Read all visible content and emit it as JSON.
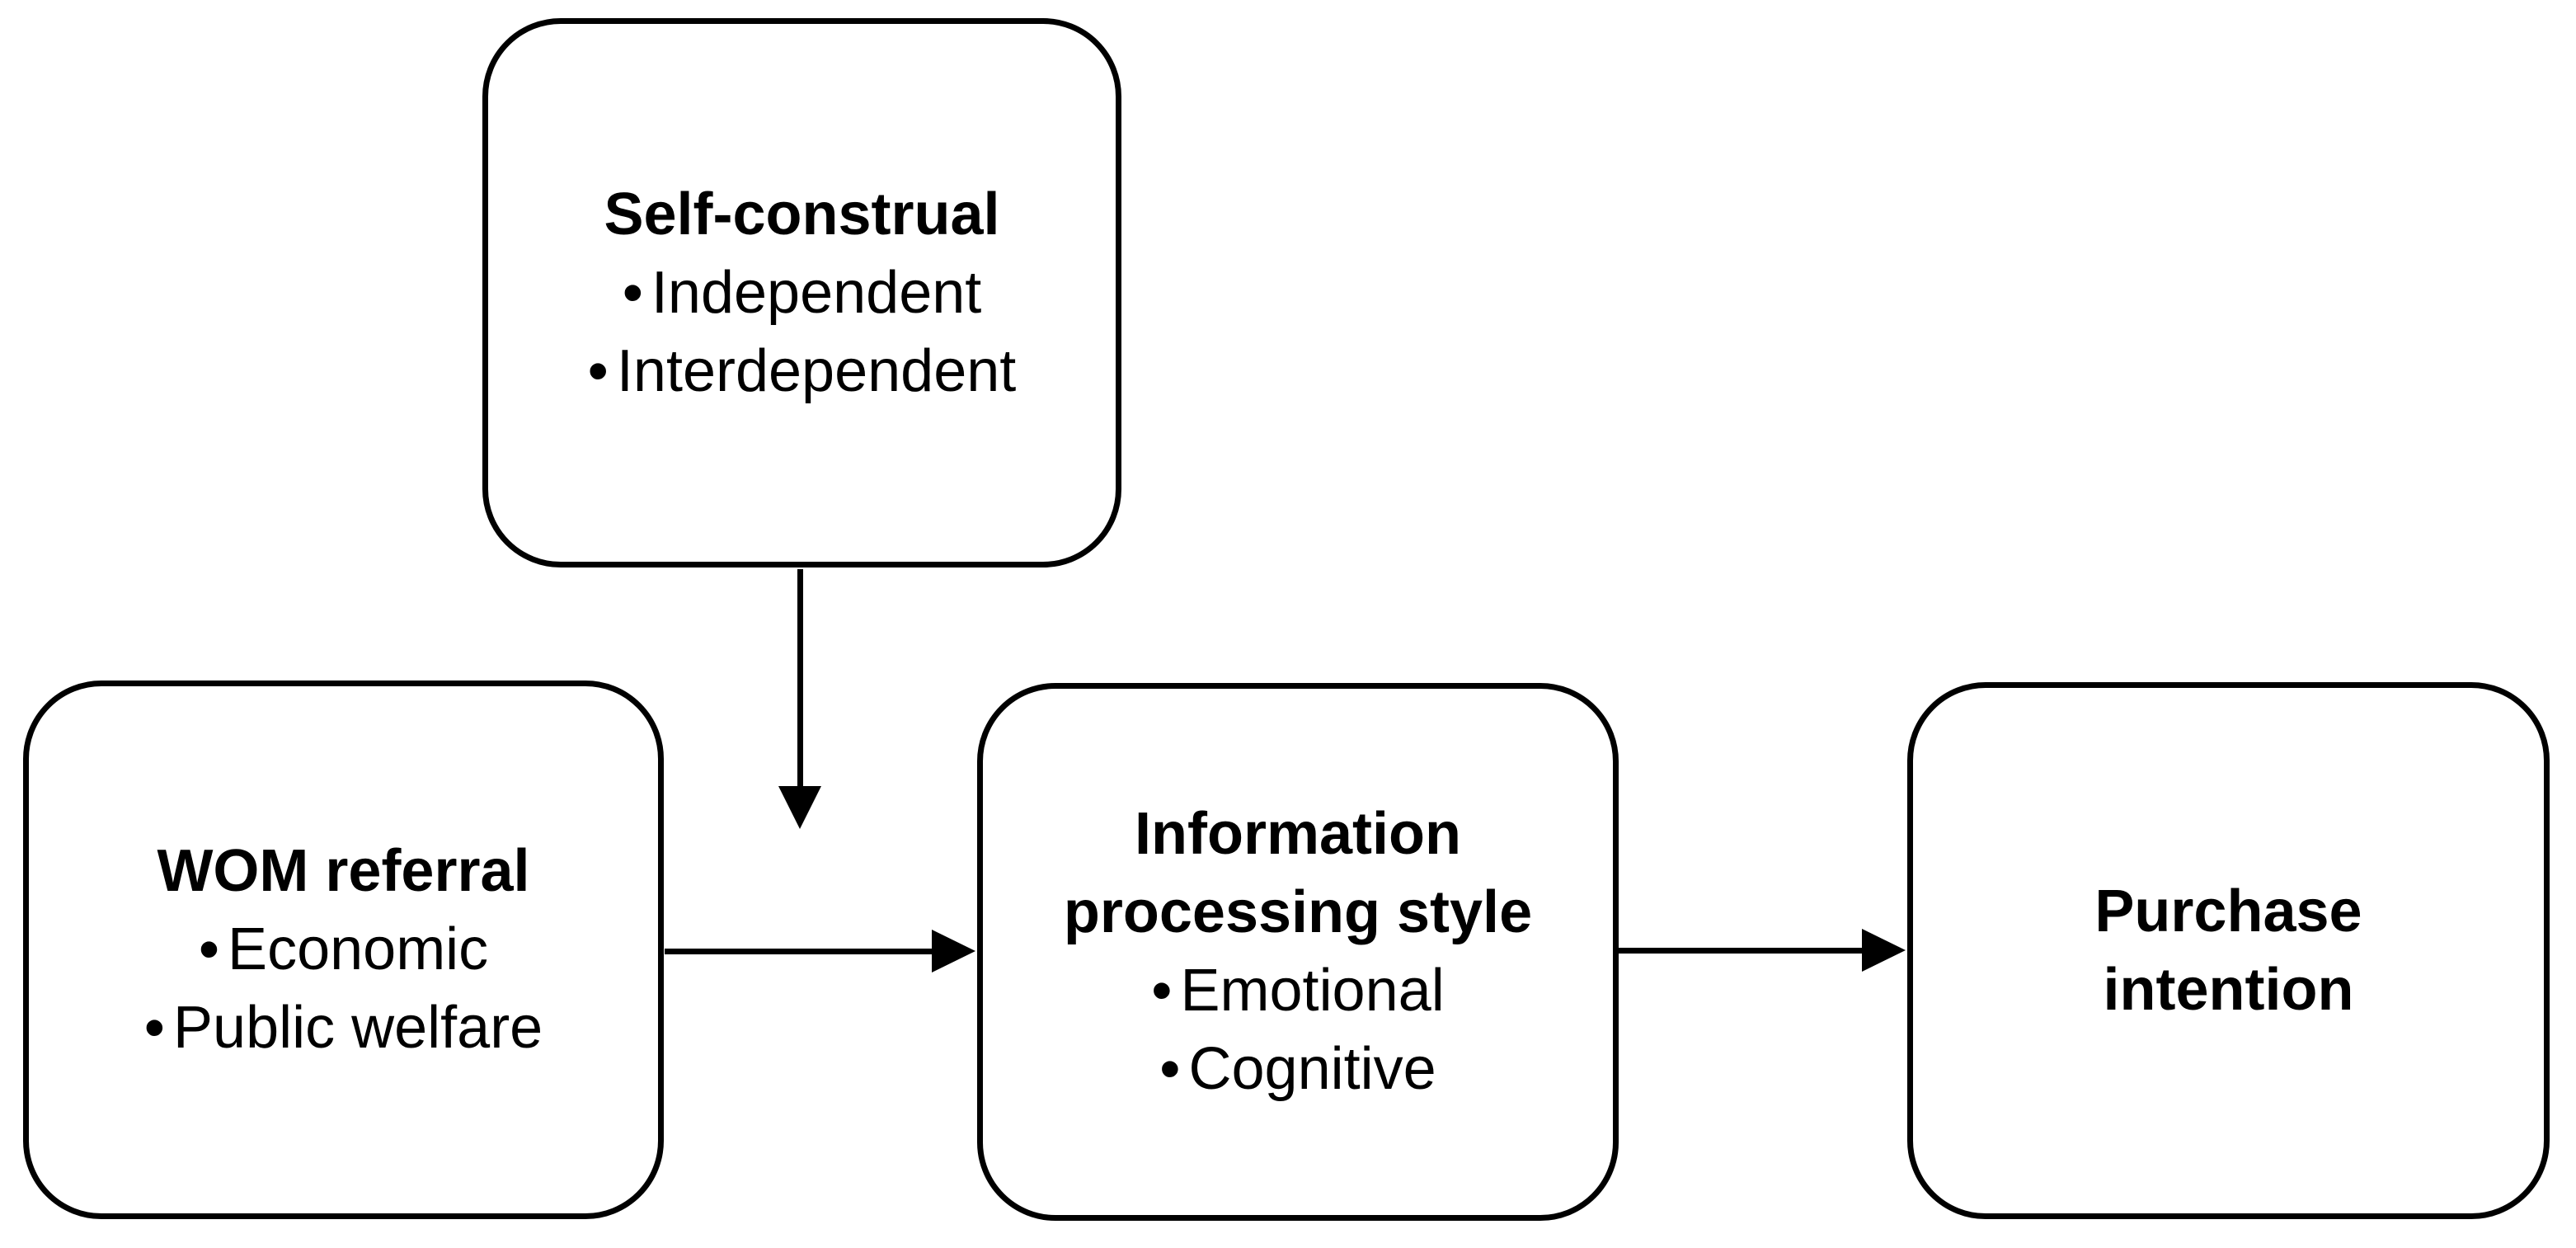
{
  "diagram": {
    "background_color": "#ffffff",
    "stroke_color": "#000000",
    "bullet_char": "•",
    "nodes": [
      {
        "id": "self-construal",
        "title": "Self-construal",
        "title_lines": [
          "Self-construal"
        ],
        "bullets": [
          "Independent",
          "Interdependent"
        ]
      },
      {
        "id": "wom-referral",
        "title": "WOM referral",
        "title_lines": [
          "WOM referral"
        ],
        "bullets": [
          "Economic",
          "Public welfare"
        ]
      },
      {
        "id": "information-processing-style",
        "title": "Information processing style",
        "title_lines": [
          "Information",
          "processing style"
        ],
        "bullets": [
          "Emotional",
          "Cognitive"
        ]
      },
      {
        "id": "purchase-intention",
        "title": "Purchase intention",
        "title_lines": [
          "Purchase",
          "intention"
        ],
        "bullets": []
      }
    ],
    "edges": [
      {
        "from": "self-construal",
        "to": "wom-referral-to-information-processing-style-path",
        "direction": "down",
        "style": "arrow"
      },
      {
        "from": "wom-referral",
        "to": "information-processing-style",
        "direction": "right",
        "style": "arrow"
      },
      {
        "from": "information-processing-style",
        "to": "purchase-intention",
        "direction": "right",
        "style": "arrow"
      }
    ]
  }
}
